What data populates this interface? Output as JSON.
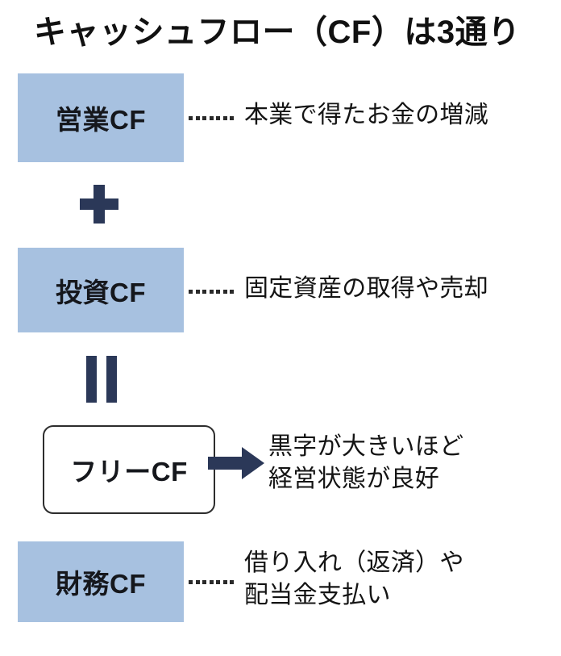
{
  "title": "キャッシュフロー（CF）は3通り",
  "accent": {
    "box_fill": "#a7c1e0",
    "operator_navy": "#2b3858",
    "text": "#141414",
    "outline": "#2d2d2d",
    "background": "#ffffff"
  },
  "items": {
    "operating": {
      "box_label": "営業CF",
      "description": "本業で得たお金の増減",
      "connector": "dotted-leader"
    },
    "investing": {
      "box_label": "投資CF",
      "description": "固定資産の取得や売却",
      "connector": "dotted-leader"
    },
    "free": {
      "box_label": "フリーCF",
      "description": "黒字が大きいほど\n経営状態が良好",
      "connector": "arrow-right"
    },
    "financing": {
      "box_label": "財務CF",
      "description": "借り入れ（返済）や\n配当金支払い",
      "connector": "dotted-leader"
    }
  },
  "operators": {
    "plus": "＋",
    "equals": "＝"
  }
}
